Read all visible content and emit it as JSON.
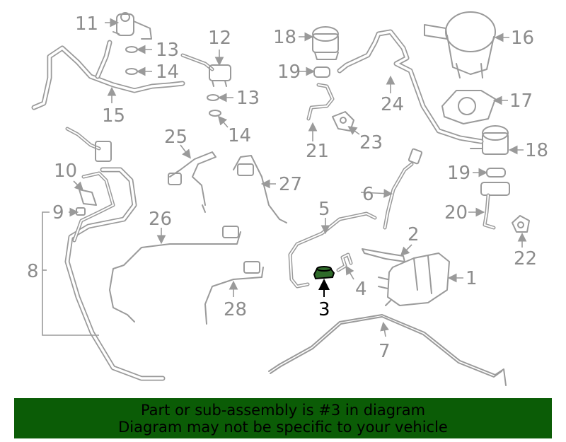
{
  "callouts": {
    "c1": "1",
    "c2": "2",
    "c3": "3",
    "c4": "4",
    "c5": "5",
    "c6": "6",
    "c7": "7",
    "c8": "8",
    "c9": "9",
    "c10": "10",
    "c11": "11",
    "c12": "12",
    "c13a": "13",
    "c13b": "13",
    "c14a": "14",
    "c14b": "14",
    "c15": "15",
    "c16": "16",
    "c17": "17",
    "c18a": "18",
    "c18b": "18",
    "c19a": "19",
    "c19b": "19",
    "c20": "20",
    "c21": "21",
    "c22": "22",
    "c23": "23",
    "c24": "24",
    "c25": "25",
    "c26": "26",
    "c27": "27",
    "c28": "28"
  },
  "highlight": {
    "part_number": "3",
    "color": "#2f6b2a"
  },
  "banner": {
    "line1": "Part or sub-assembly is #3 in diagram",
    "line2": "Diagram may not be specific to your vehicle",
    "background": "#0b5c06"
  }
}
